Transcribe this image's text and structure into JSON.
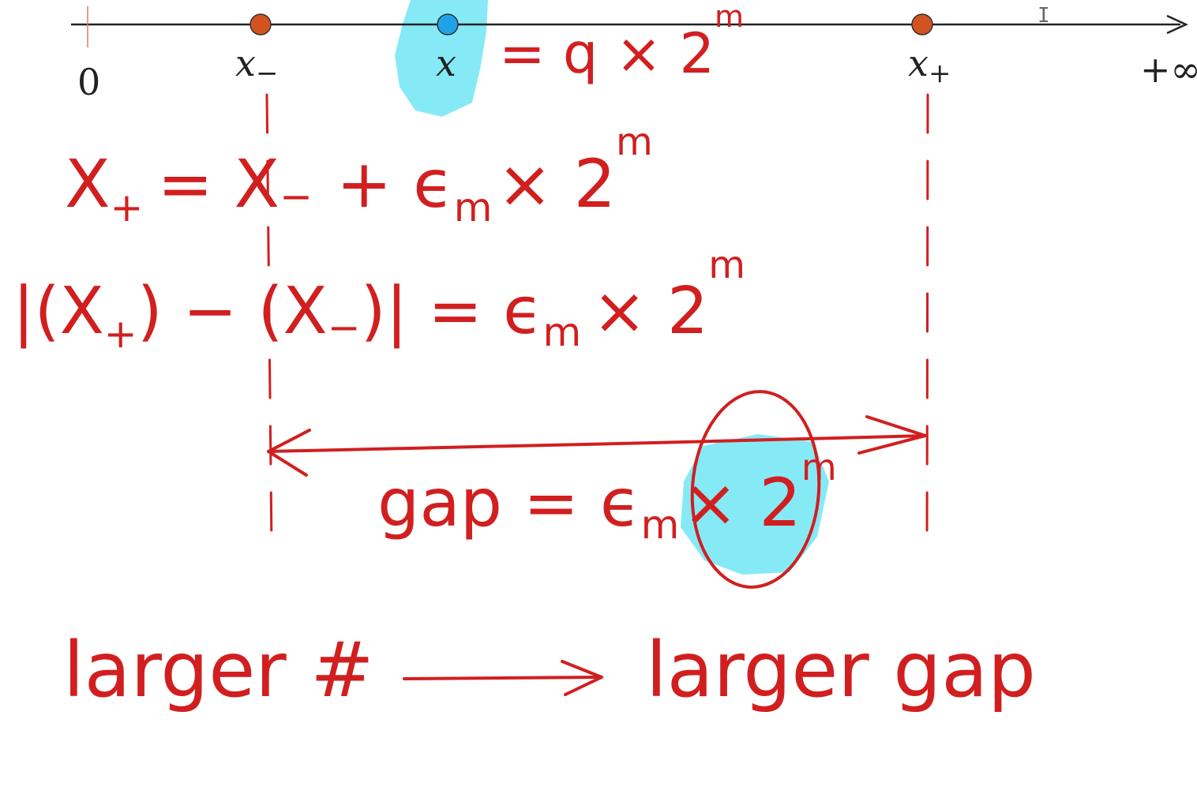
{
  "number_line": {
    "zero_label": "0",
    "x_minus_label": "x",
    "x_minus_sub": "−",
    "x_label": "x",
    "x_plus_label": "x",
    "x_plus_sub": "+",
    "infinity_label": "+∞"
  },
  "annotations": {
    "x_def": "= q × 2",
    "x_def_exp": "m",
    "eq1_lhs": "X",
    "eq1_lhs_sub": "+",
    "eq1_rhs": "= X",
    "eq1_rhs_sub": "−",
    "eq1_tail": "+ ϵ",
    "eq1_tail_sub": "m",
    "eq1_times": "× 2",
    "eq1_exp": "m",
    "eq2_lhs": "|(X",
    "eq2_lhs_sub": "+",
    "eq2_mid": ") − (X",
    "eq2_mid_sub": "−",
    "eq2_rhs": ")| = ϵ",
    "eq2_rhs_sub": "m",
    "eq2_times": "× 2",
    "eq2_exp": "m",
    "gap_eq": "gap = ϵ",
    "gap_eq_sub": "m",
    "gap_times": "× 2",
    "gap_exp": "m",
    "bottom_left": "larger #",
    "bottom_right": "larger gap"
  },
  "colors": {
    "ink": "#d11f1f",
    "highlight": "#7fe9f5",
    "axis": "#222222",
    "point_orange": "#d2531f",
    "point_blue": "#1fa3e6"
  }
}
